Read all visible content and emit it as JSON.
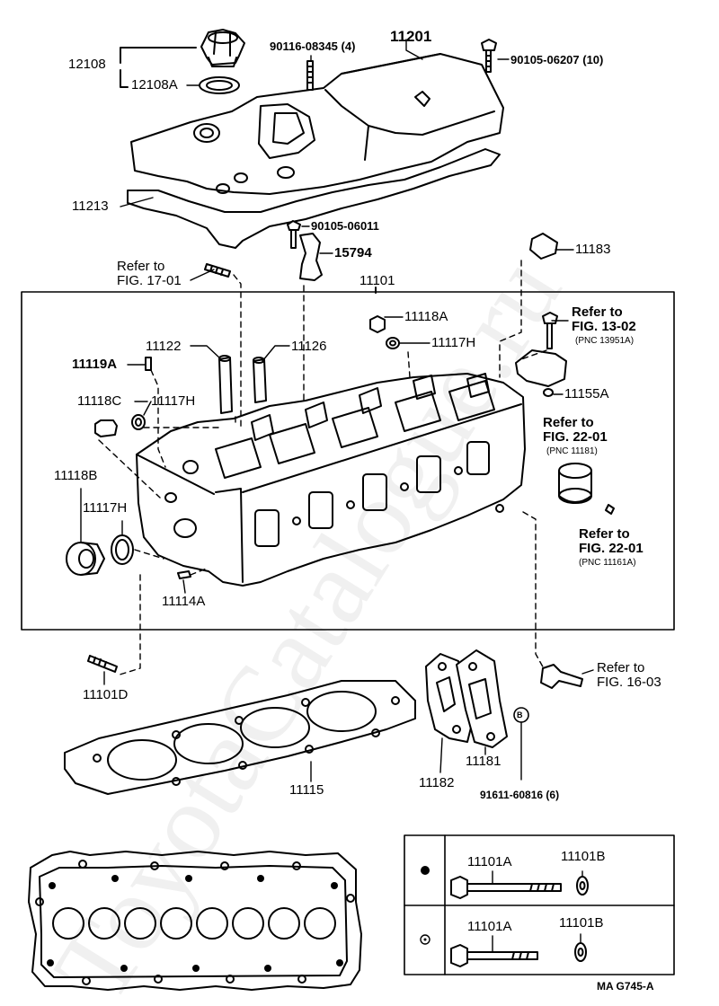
{
  "labels": {
    "p12108": "12108",
    "p12108A": "12108A",
    "p90116": "90116-08345 (4)",
    "p11201": "11201",
    "p90105_10": "90105-06207 (10)",
    "p11213": "11213",
    "p90105_06011": "90105-06011",
    "p15794": "15794",
    "p11183": "11183",
    "refer_17_l1": "Refer to",
    "refer_17_l2": "FIG. 17-01",
    "p11101": "11101",
    "p11118A": "11118A",
    "p11117H_top": "11117H",
    "refer_13_l1": "Refer to",
    "refer_13_l2": "FIG. 13-02",
    "refer_13_pnc": "(PNC 13951A)",
    "p11122": "11122",
    "p11126": "11126",
    "p11119A": "11119A",
    "p11155A": "11155A",
    "p11118C": "11118C",
    "p11117H_mid": "11117H",
    "refer_22a_l1": "Refer to",
    "refer_22a_l2": "FIG. 22-01",
    "refer_22a_pnc": "(PNC 11181)",
    "p11118B": "11118B",
    "p11117H_left": "11117H",
    "refer_22b_l1": "Refer to",
    "refer_22b_l2": "FIG. 22-01",
    "refer_22b_pnc": "(PNC 11161A)",
    "p11114A": "11114A",
    "p11101D": "11101D",
    "refer_16_l1": "Refer to",
    "refer_16_l2": "FIG. 16-03",
    "p11115": "11115",
    "p11182": "11182",
    "p11181": "11181",
    "p91611": "91611-60816 (6)",
    "p11101A_1": "11101A",
    "p11101B_1": "11101B",
    "p11101A_2": "11101A",
    "p11101B_2": "11101B",
    "code": "MA G745-A",
    "circle_b": "B"
  },
  "watermark": "ToyotaCatalogue.ru",
  "colors": {
    "ink": "#000000",
    "paper": "#ffffff"
  }
}
